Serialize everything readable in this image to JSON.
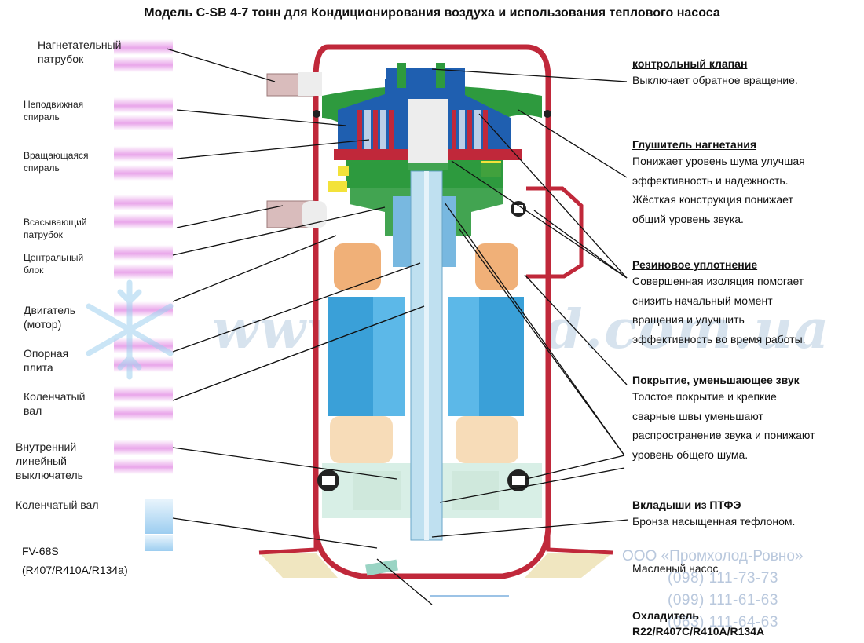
{
  "title": "Модель C-SB 4-7 тонн для Кондиционирования воздуха и использования теплового насоса",
  "left_labels": [
    {
      "id": "discharge",
      "text": "Нагнетательный\nпатрубок"
    },
    {
      "id": "fixed-scroll",
      "text": "Неподвижная\nспираль"
    },
    {
      "id": "orbiting-scroll",
      "text": "Вращающаяся\nспираль"
    },
    {
      "id": "suction",
      "text": "Всасывающий\nпатрубок"
    },
    {
      "id": "central-block",
      "text": "Центральный\nблок"
    },
    {
      "id": "motor",
      "text": "Двигатель\n(мотор)"
    },
    {
      "id": "base-plate",
      "text": "Опорная\nплита"
    },
    {
      "id": "crankshaft",
      "text": "Коленчатый\nвал"
    },
    {
      "id": "internal-switch",
      "text": "Внутренний\nлинейный\nвыключатель"
    },
    {
      "id": "crankshaft-2",
      "text": "Коленчатый вал"
    }
  ],
  "model_lines": [
    "FV-68S",
    "(R407/R410A/R134a)"
  ],
  "right_labels": [
    {
      "id": "check-valve",
      "heading": "контрольный клапан",
      "desc": "Выключает обратное вращение."
    },
    {
      "id": "muffler",
      "heading": "Глушитель нагнетания",
      "desc": "Понижает уровень шума улучшая\nэффективность и надежность.\nЖёсткая конструкция понижает\nобщий уровень звука."
    },
    {
      "id": "rubber-seal",
      "heading": "Резиновое уплотнение",
      "desc": "Совершенная изоляция помогает\nснизить начальный момент\nвращения и улучшить\nэффективность во время работы."
    },
    {
      "id": "coating",
      "heading": "Покрытие, уменьшающее звук",
      "desc": "Толстое покрытие и крепкие\nсварные швы уменьшают\nраспространение звука и понижают\nуровень общего шума."
    },
    {
      "id": "ptfe",
      "heading": "Вкладыши из ПТФЭ",
      "desc": "Бронза насыщенная тефлоном."
    }
  ],
  "oil_pump": "Масленый насос",
  "cooler": {
    "heading": "Охладитель",
    "refrigerants": "R22/R407C/R410A/R134A"
  },
  "company": "ООО «Промхолод-Ровно»",
  "phones": [
    "(098) 111-73-73",
    "(099) 111-61-63",
    "(063) 111-64-63"
  ],
  "watermark": "www.pholod.com.ua",
  "colors": {
    "shell": "#c0283a",
    "scroll_green": "#2e9a3e",
    "scroll_blue": "#1f5fb0",
    "motor_blue": "#3aa0d8",
    "winding": "#f0b078",
    "shaft": "#bfe0f0"
  }
}
